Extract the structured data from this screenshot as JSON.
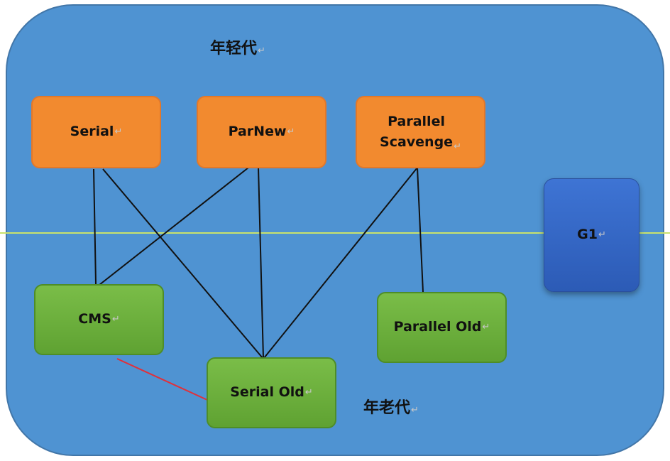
{
  "diagram": {
    "generation_labels": {
      "young": "年轻代",
      "old": "年老代"
    },
    "return_mark": "↵",
    "collectors": {
      "serial": "Serial",
      "parnew": "ParNew",
      "parallel_scavenge": "Parallel\nScavenge",
      "g1": "G1",
      "cms": "CMS",
      "serial_old": "Serial Old",
      "parallel_old": "Parallel Old"
    },
    "colors": {
      "panel": "#4f93d2",
      "young_gen_box": "#f28a2f",
      "old_gen_box": "#6aae3a",
      "g1_box": "#3566c8",
      "divider": "#c9e36b",
      "link": "#111111",
      "highlight_link": "#e0303a"
    },
    "connections": [
      {
        "from": "Serial",
        "to": "CMS"
      },
      {
        "from": "Serial",
        "to": "Serial Old"
      },
      {
        "from": "ParNew",
        "to": "CMS"
      },
      {
        "from": "ParNew",
        "to": "Serial Old"
      },
      {
        "from": "Parallel Scavenge",
        "to": "Serial Old"
      },
      {
        "from": "Parallel Scavenge",
        "to": "Parallel Old"
      },
      {
        "from": "CMS",
        "to": "Serial Old",
        "color": "red"
      }
    ]
  }
}
